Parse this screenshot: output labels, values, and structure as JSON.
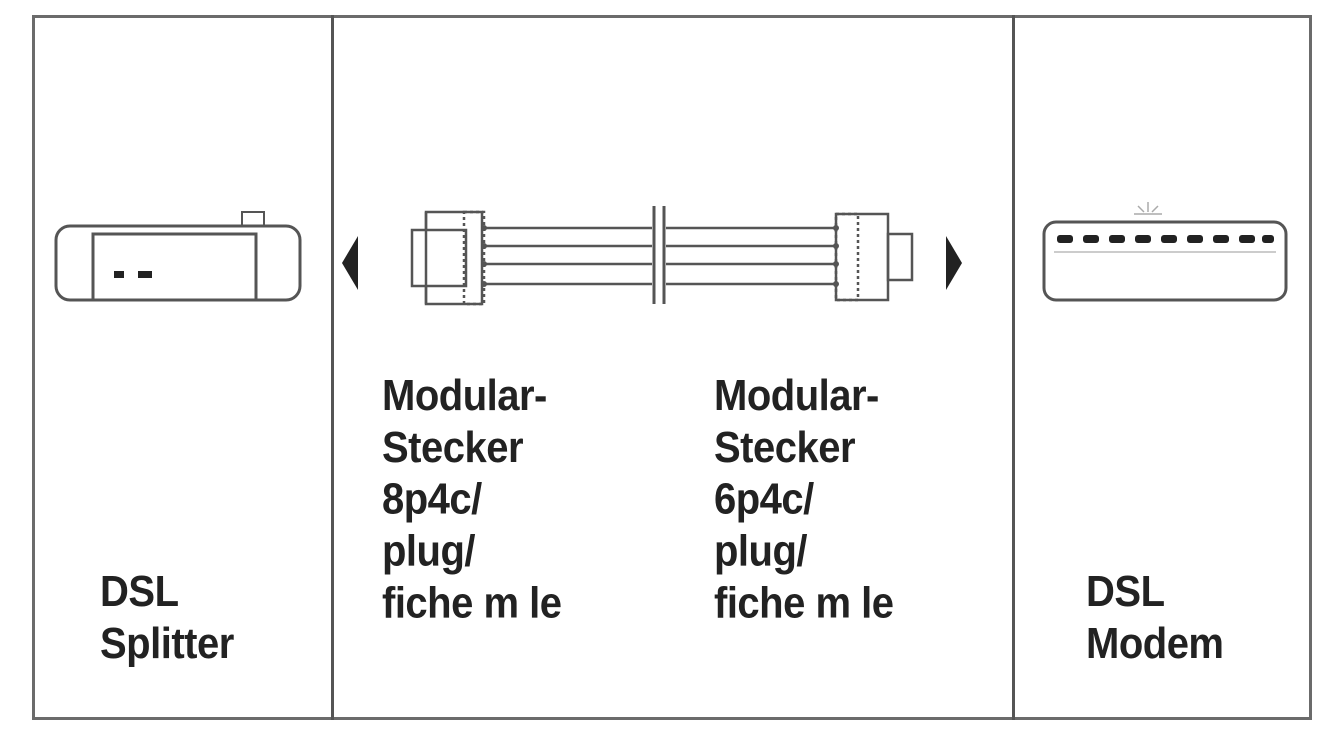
{
  "panels": {
    "left": {
      "label": "DSL\nSplitter"
    },
    "middle": {
      "left_plug_label": "Modular-\nStecker\n8p4c/\nplug/\nfiche m le",
      "right_plug_label": "Modular-\nStecker\n6p4c/\nplug/\nfiche m le"
    },
    "right": {
      "label": "DSL\nModem"
    }
  },
  "icons": {
    "splitter": "dsl-splitter-icon",
    "cable": "modular-cable-icon",
    "modem": "dsl-modem-icon",
    "arrow_left": "arrow-left-icon",
    "arrow_right": "arrow-right-icon"
  },
  "colors": {
    "line": "#555555",
    "text": "#222222",
    "background": "#ffffff"
  }
}
